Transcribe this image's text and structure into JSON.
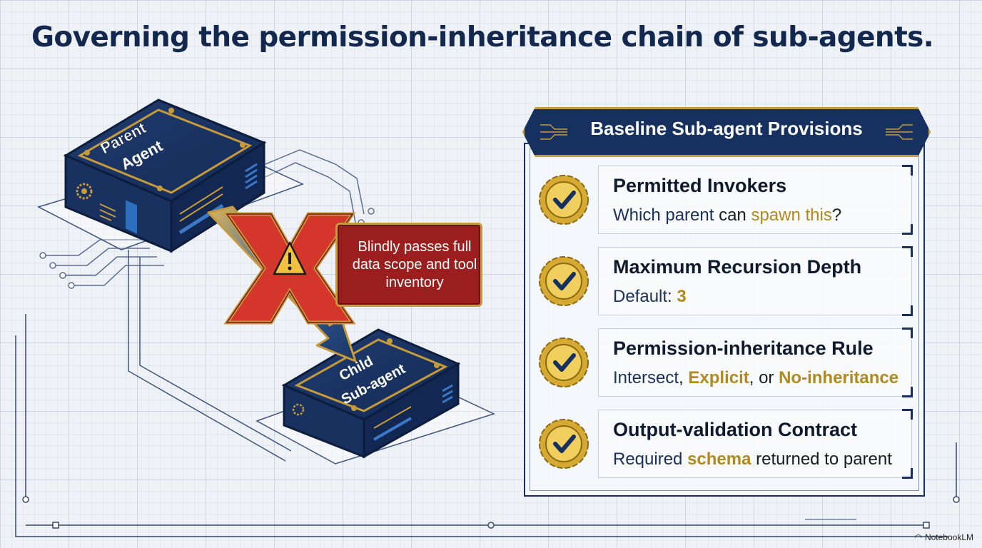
{
  "title": "Governing the permission-inheritance chain of sub-agents.",
  "parent_agent": {
    "label_line1": "Parent",
    "label_line2": "Agent"
  },
  "child_agent": {
    "label_line1": "Child",
    "label_line2": "Sub-agent"
  },
  "warning": {
    "text": "Blindly passes full data scope and tool inventory",
    "icon": "warning-icon"
  },
  "panel": {
    "title": "Baseline Sub-agent Provisions",
    "items": [
      {
        "title": "Permitted Invokers",
        "desc": {
          "p1": "Which parent",
          "p2": " can ",
          "p3": "spawn this",
          "p4": "?"
        }
      },
      {
        "title": "Maximum Recursion Depth",
        "desc": {
          "p1": "Default",
          "p2": ": ",
          "p3": "3"
        }
      },
      {
        "title": "Permission-inheritance Rule",
        "desc": {
          "p1": "Intersect",
          "p2": ", ",
          "p3": "Explicit",
          "p4": ", or ",
          "p5": "No-inheritance"
        }
      },
      {
        "title": "Output-validation Contract",
        "desc": {
          "p1": "Required ",
          "p2": "schema",
          "p3": " returned to parent"
        }
      }
    ]
  },
  "brand": "NotebookLM",
  "colors": {
    "navy": "#16305f",
    "gold": "#c79a3b",
    "warning_red": "#9b1f1f",
    "background": "#eef2f6"
  }
}
